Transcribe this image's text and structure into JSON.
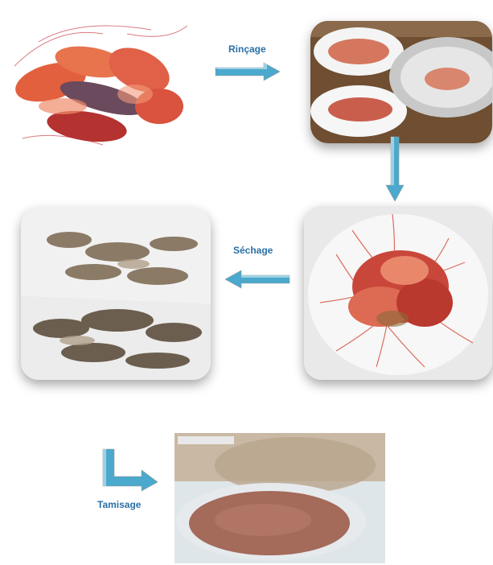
{
  "steps": {
    "rincage": {
      "label": "Rinçage"
    },
    "sechage": {
      "label": "Séchage"
    },
    "tamisage": {
      "label": "Tamisage"
    }
  },
  "colors": {
    "arrow": "#4aa9cc",
    "label": "#2a6fa5"
  },
  "photos": [
    {
      "name": "raw-shrimp-photo"
    },
    {
      "name": "rinsed-shrimp-plates-photo"
    },
    {
      "name": "shrimp-pile-plate-photo"
    },
    {
      "name": "dried-shrimp-on-paper-photo"
    },
    {
      "name": "sieved-powder-dish-photo"
    }
  ]
}
